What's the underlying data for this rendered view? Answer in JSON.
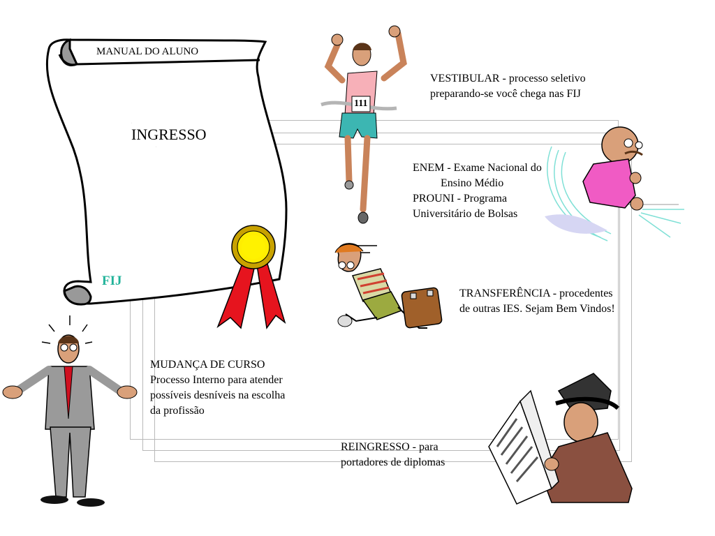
{
  "scroll": {
    "title": "MANUAL DO ALUNO",
    "fij_label": "FIJ"
  },
  "colors": {
    "fij": "#22b39a",
    "frame": "#b9b9b9",
    "ribbon": "#e6141e",
    "medal": "#ffee00"
  },
  "heading": "INGRESSO",
  "sections": {
    "vestibular": "VESTIBULAR - processo seletivo\npreparando-se você chega nas FIJ",
    "enem": "ENEM - Exame Nacional do\n          Ensino Médio\nPROUNI - Programa\nUniversitário de Bolsas",
    "transferencia": "TRANSFERÊNCIA - procedentes\nde outras IES. Sejam Bem Vindos!",
    "mudanca": "MUDANÇA DE CURSO\nProcesso Interno para atender\npossíveis desníveis na escolha\nda profissão",
    "reingresso": "REINGRESSO - para\nportadores de diplomas"
  },
  "runner_bib": "111",
  "clipart": [
    "runner",
    "thinking-man",
    "hurrying-man",
    "shrugging-man",
    "newspaper-reader",
    "award-ribbon",
    "scroll"
  ]
}
